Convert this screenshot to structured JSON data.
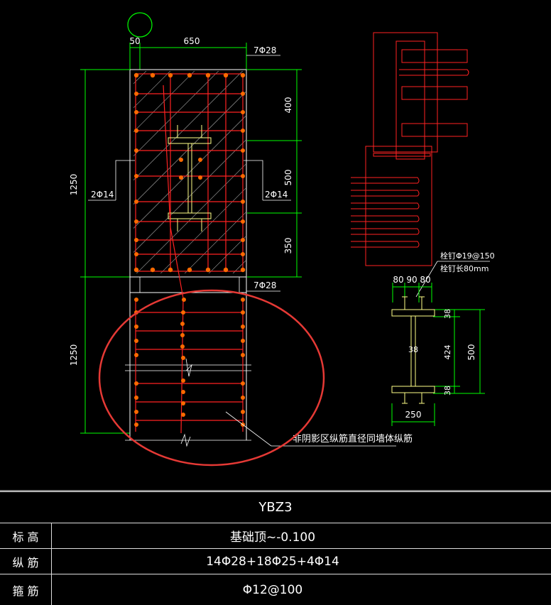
{
  "drawing": {
    "dims": {
      "top_50": "50",
      "top_650": "650",
      "bar_top": "7Φ28",
      "bar_mid": "7Φ28",
      "left_upper": "1250",
      "left_lower": "1250",
      "right_400": "400",
      "right_500": "500",
      "right_350": "350",
      "side_left": "2Φ14",
      "side_right": "2Φ14"
    },
    "annotation_note": "非阴影区纵筋直径同墙体纵筋",
    "stud_label_1": "栓钉Φ19@150",
    "stud_label_2": "栓钉长80mm",
    "steel_dims": {
      "w80a": "80",
      "w90": "90",
      "w80b": "80",
      "t38_top": "38",
      "web38": "38",
      "h424": "424",
      "t38_bot": "38",
      "h500": "500",
      "b250": "250"
    },
    "colors": {
      "green": "#00ff00",
      "red": "#ff2222",
      "white": "#ffffff",
      "yellow": "#ffff88",
      "orange": "#ff6a00"
    }
  },
  "table": {
    "title": "YBZ3",
    "rows": [
      {
        "label": "标 高",
        "value": "基础顶~-0.100"
      },
      {
        "label": "纵 筋",
        "value": "14Φ28+18Φ25+4Φ14"
      },
      {
        "label": "箍 筋",
        "value": "Φ12@100"
      }
    ]
  }
}
